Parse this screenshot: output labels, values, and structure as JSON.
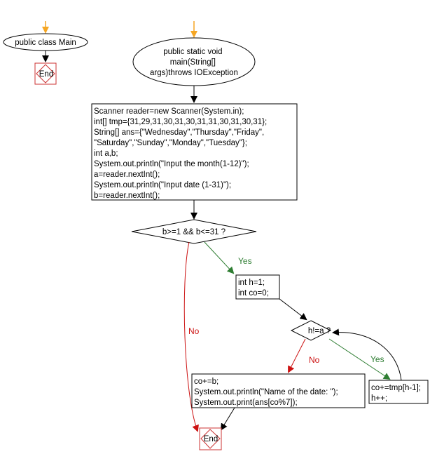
{
  "colors": {
    "start_arrow": "#f5a623",
    "terminal": "#cc3333",
    "yes": "#2e7d32",
    "no": "#cc1111",
    "line": "#000000"
  },
  "nodes": {
    "class_ellipse": "public class Main",
    "class_end": "End",
    "main_ellipse": [
      "public static void",
      "main(String[]",
      "args)throws IOException"
    ],
    "init_block": [
      "Scanner reader=new Scanner(System.in);",
      "int[] tmp={31,29,31,30,31,30,31,31,30,31,30,31};",
      "String[] ans={\"Wednesday\",\"Thursday\",\"Friday\",",
      "\"Saturday\",\"Sunday\",\"Monday\",\"Tuesday\"};",
      "int a,b;",
      "System.out.println(\"Input the month(1-12)\");",
      "a=reader.nextInt();",
      "System.out.println(\"Input date (1-31)\");",
      "b=reader.nextInt();"
    ],
    "cond1": "b>=1 && b<=31 ?",
    "set_vars": [
      "int h=1;",
      "int co=0;"
    ],
    "cond2": "h!=a ?",
    "loop_body": [
      "co+=tmp[h-1];",
      "h++;"
    ],
    "output_block": [
      "co+=b;",
      "System.out.println(\"Name of the date: \");",
      "System.out.print(ans[co%7]);"
    ],
    "main_end": "End"
  },
  "edge_labels": {
    "cond1_yes": "Yes",
    "cond1_no": "No",
    "cond2_no": "No",
    "cond2_yes": "Yes"
  }
}
